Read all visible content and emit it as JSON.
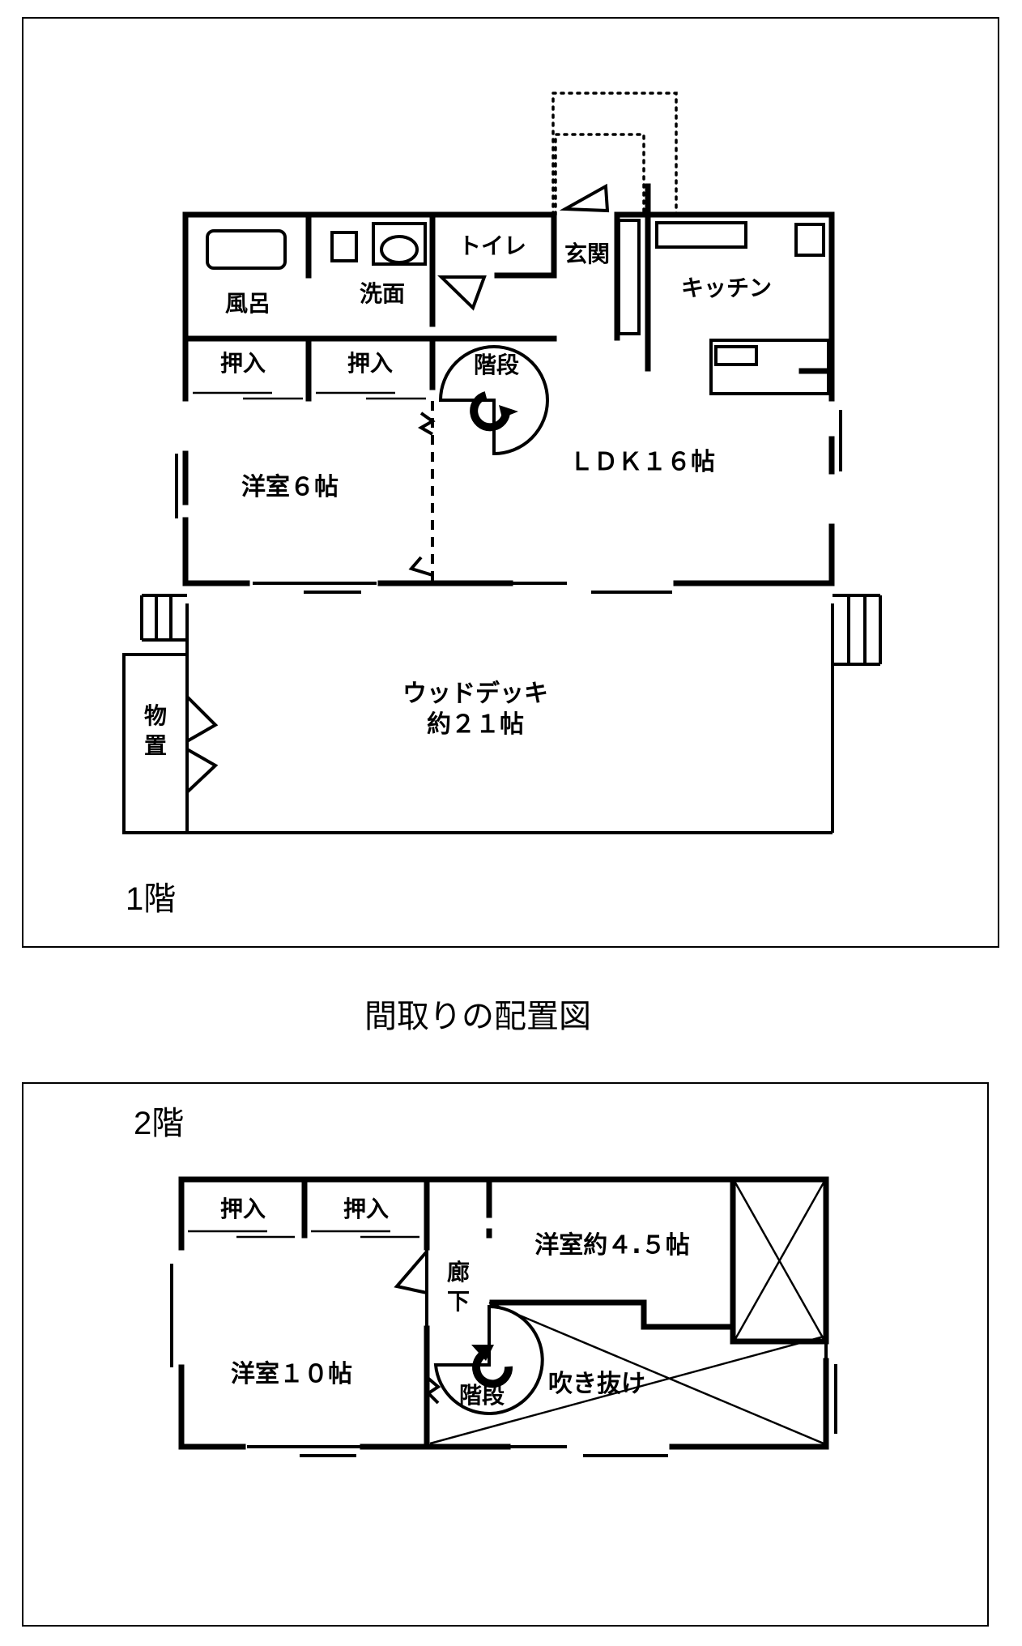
{
  "title": "間取りの配置図",
  "floor1": {
    "floor_label": "1階",
    "rooms": {
      "bath": "風呂",
      "washroom": "洗面",
      "toilet": "トイレ",
      "entrance": "玄関",
      "kitchen": "キッチン",
      "closet_a": "押入",
      "closet_b": "押入",
      "stairs": "階段",
      "ldk": "ＬＤＫ１６帖",
      "western_room": "洋室６帖",
      "deck_line1": "ウッドデッキ",
      "deck_line2": "約２１帖",
      "storage_line1": "物",
      "storage_line2": "置"
    }
  },
  "floor2": {
    "floor_label": "2階",
    "rooms": {
      "closet_a": "押入",
      "closet_b": "押入",
      "corridor_line1": "廊",
      "corridor_line2": "下",
      "western_small": "洋室約４.５帖",
      "western_large": "洋室１０帖",
      "stairs": "階段",
      "void": "吹き抜け"
    }
  }
}
